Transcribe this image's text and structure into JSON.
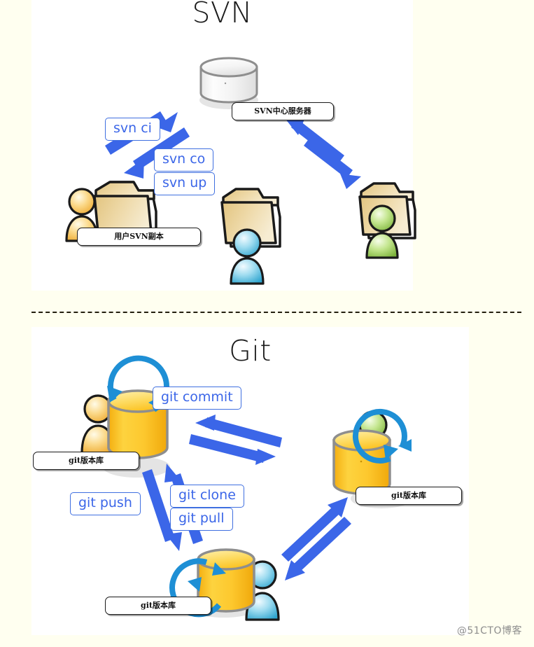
{
  "watermark": "@51CTO博客",
  "svn": {
    "title": "SVN",
    "server_label": "SVN中心服务器",
    "client_label": "用户SVN副本",
    "commands": [
      {
        "id": "svn-ci",
        "label": "svn ci"
      },
      {
        "id": "svn-co",
        "label": "svn co"
      },
      {
        "id": "svn-up",
        "label": "svn up"
      }
    ],
    "actors": [
      {
        "id": "svn-actor-orange",
        "color": "#f9c35a",
        "role": "client-orange"
      },
      {
        "id": "svn-actor-blue",
        "color": "#6ec9e8",
        "role": "client-blue"
      },
      {
        "id": "svn-actor-green",
        "color": "#a8d870",
        "role": "client-green"
      }
    ]
  },
  "git": {
    "title": "Git",
    "repo_label": "git版本库",
    "commands": [
      {
        "id": "git-commit",
        "label": "git commit"
      },
      {
        "id": "git-push",
        "label": "git push"
      },
      {
        "id": "git-clone",
        "label": "git clone"
      },
      {
        "id": "git-pull",
        "label": "git pull"
      }
    ],
    "actors": [
      {
        "id": "git-actor-orange",
        "color": "#f9c35a",
        "role": "peer-orange"
      },
      {
        "id": "git-actor-green",
        "color": "#a8d870",
        "role": "peer-green"
      },
      {
        "id": "git-actor-blue",
        "color": "#6ec9e8",
        "role": "peer-blue"
      }
    ]
  },
  "colors": {
    "page_background": "#fffff0",
    "panel_background": "#ffffff",
    "arrow_blue": "#3b66e8",
    "cycle_blue": "#1e8fd5",
    "cylinder_yellow": "#fdc82e",
    "folder_tan": "#e8cf93",
    "divider": "#231f10",
    "title_text": "#1b1b1b"
  }
}
